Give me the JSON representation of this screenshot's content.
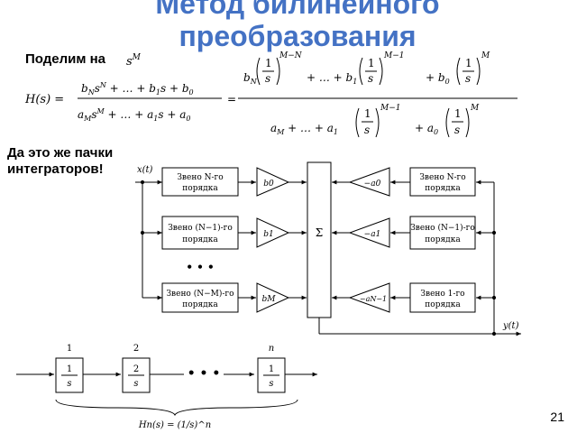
{
  "slide": {
    "title": "Метод билинейного преобразования",
    "note_divide": "Поделим на",
    "note_integrators": "Да это же пачки интеграторов!",
    "page_number": "21",
    "title_color": "#4472c4"
  },
  "formula": {
    "divisor": "s^M",
    "lhs": "H(s) =",
    "numerator_left": "b_N s^N + … + b_1 s + b_0",
    "denominator_left": "a_M s^M + … + a_1 s + a_0",
    "equals": "=",
    "numerator_right": "b_N (1/s)^(M−N) + … + b_1 (1/s)^(M−1) + b_0 (1/s)^M",
    "denominator_right": "a_M + … + a_1 (1/s)^(M−1) + a_0 (1/s)^M"
  },
  "block_diagram": {
    "input_label": "x(t)",
    "output_label": "y(t)",
    "summer_label": "Σ",
    "left_blocks": [
      "Звено N-го порядка",
      "Звено (N−1)-го порядка",
      "Звено (N−M)-го порядка"
    ],
    "b_gains": [
      "b0",
      "b1",
      "bM"
    ],
    "a_gains": [
      "−a0",
      "−a1",
      "−aN−1"
    ],
    "right_blocks": [
      "Звено N-го порядка",
      "Звено (N−1)-го порядка",
      "Звено 1-го порядка"
    ],
    "ellipsis": "• • •"
  },
  "integrator_chain": {
    "index_labels": [
      "1",
      "2",
      "n"
    ],
    "block_numerators": [
      "1",
      "2",
      "1"
    ],
    "block_denominators": [
      "s",
      "s",
      "s"
    ],
    "ellipsis": "• • •",
    "transfer_function": "Hn(s) = (1/s)^n"
  }
}
